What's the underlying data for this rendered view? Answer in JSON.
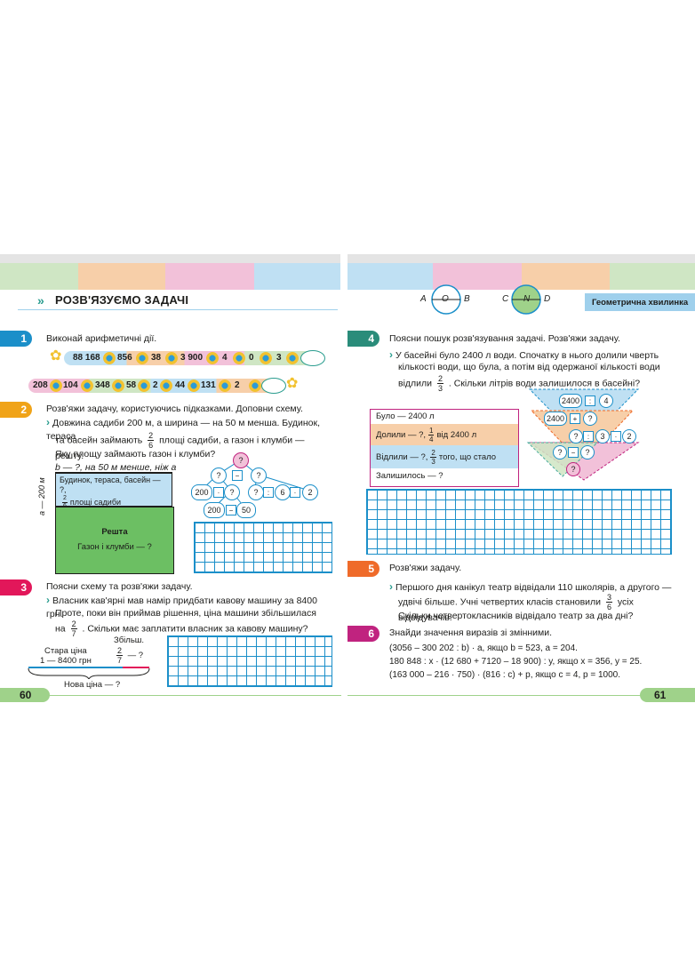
{
  "header": {
    "left_section_title": "РОЗВ'ЯЗУЄМО ЗАДАЧІ",
    "geometry_label": "Геометрична хвилинка",
    "geometry_letters": [
      "A",
      "O",
      "B",
      "C",
      "N",
      "D"
    ]
  },
  "colors": {
    "tab_green": "#cfe6c4",
    "tab_orange": "#f7cfa9",
    "tab_pink": "#f2c1d9",
    "tab_blue": "#bfe0f3",
    "task1": "#1b8fc9",
    "task2": "#f0a318",
    "task3": "#e2175a",
    "task4": "#2a8c7a",
    "task5": "#ef6b2a",
    "task6": "#c0237f"
  },
  "tasks": {
    "t1": {
      "number": "1",
      "title": "Виконай арифметичні дії.",
      "chain_top": [
        "88 168",
        "856",
        "38",
        "3 900",
        "4",
        "0",
        "3"
      ],
      "chain_bottom": [
        "208",
        "104",
        "348",
        "58",
        "2",
        "44",
        "131",
        "2"
      ]
    },
    "t2": {
      "number": "2",
      "title": "Розв'яжи задачу, користуючись підказками. Доповни схему.",
      "text_a": "Довжина садиби 200 м, а ширина — на 50 м менша. Будинок, тераса",
      "text_b1": "та басейн займають",
      "frac_n": "2",
      "frac_d": "6",
      "text_b2": "площі садиби, а газон і клумби — решту.",
      "text_c": "Яку площу займають газон і клумби?",
      "scheme_top": "b — ?, на 50 м менше, ніж a",
      "blue_box_line1": "Будинок, тераса, басейн — ?,",
      "blue_box_line2": "площі садиби",
      "side_label": "a — 200 м",
      "green_title": "Решта",
      "green_sub": "Газон і клумби — ?",
      "tree": [
        "?",
        "?",
        "?",
        "200",
        "?",
        "?",
        "6",
        "2",
        "200",
        "50"
      ]
    },
    "t3": {
      "number": "3",
      "title": "Поясни схему та розв'яжи задачу.",
      "text_a": "Власник кав'ярні мав намір придбати кавову машину за 8400 грн.",
      "text_b": "Проте, поки він приймав рішення, ціна машини збільшилася",
      "text_c1": "на",
      "frac_n": "2",
      "frac_d": "7",
      "text_c2": ". Скільки має заплатити власник за кавову машину?",
      "old_price": "Стара ціна",
      "old_value": "1 — 8400 грн",
      "increase": "Збільш.",
      "increase_q": "— ?",
      "new_price": "Нова ціна — ?"
    },
    "t4": {
      "number": "4",
      "title": "Поясни пошук розв'язування задачі. Розв'яжи задачу.",
      "text_a": "У басейні було 2400 л води. Спочатку в нього долили чверть",
      "text_b": "кількості води, що була, а потім від одержаної кількості води",
      "text_c1": "відлили",
      "frac_n": "2",
      "frac_d": "3",
      "text_c2": ". Скільки літрів води залишилося в басейні?",
      "box_row1": "Було — 2400 л",
      "box_row2a": "Долили — ?,",
      "box_row2_n": "1",
      "box_row2_d": "4",
      "box_row2b": "від 2400 л",
      "box_row3a": "Відлили — ?,",
      "box_row3_n": "2",
      "box_row3_d": "3",
      "box_row3b": "того, що стало",
      "box_row4": "Залишилось — ?",
      "tree": [
        "2400",
        "4",
        "2400",
        "?",
        "?",
        "3",
        "2",
        "?",
        "?",
        "?"
      ]
    },
    "t5": {
      "number": "5",
      "title": "Розв'яжи задачу.",
      "text_a": "Першого дня канікул театр відвідали 110 школярів, а другого —",
      "text_b1": "удвічі більше. Учні четвертих класів становили",
      "frac_n": "3",
      "frac_d": "6",
      "text_b2": "усіх відвідувачів.",
      "text_c": "Скільки четвертокласників відвідало театр за два дні?"
    },
    "t6": {
      "number": "6",
      "title": "Знайди значення виразів зі змінними.",
      "expr1": "(3056 – 300 202 : b) · a, якщо b = 523, a = 204.",
      "expr2": "180 848 : x · (12 680 + 7120 – 18 900) : y, якщо x = 356, y = 25.",
      "expr3": "(163 000 – 216 · 750) · (816 : c) + p, якщо c = 4, p = 1000."
    }
  },
  "footer": {
    "left_page": "60",
    "right_page": "61"
  }
}
